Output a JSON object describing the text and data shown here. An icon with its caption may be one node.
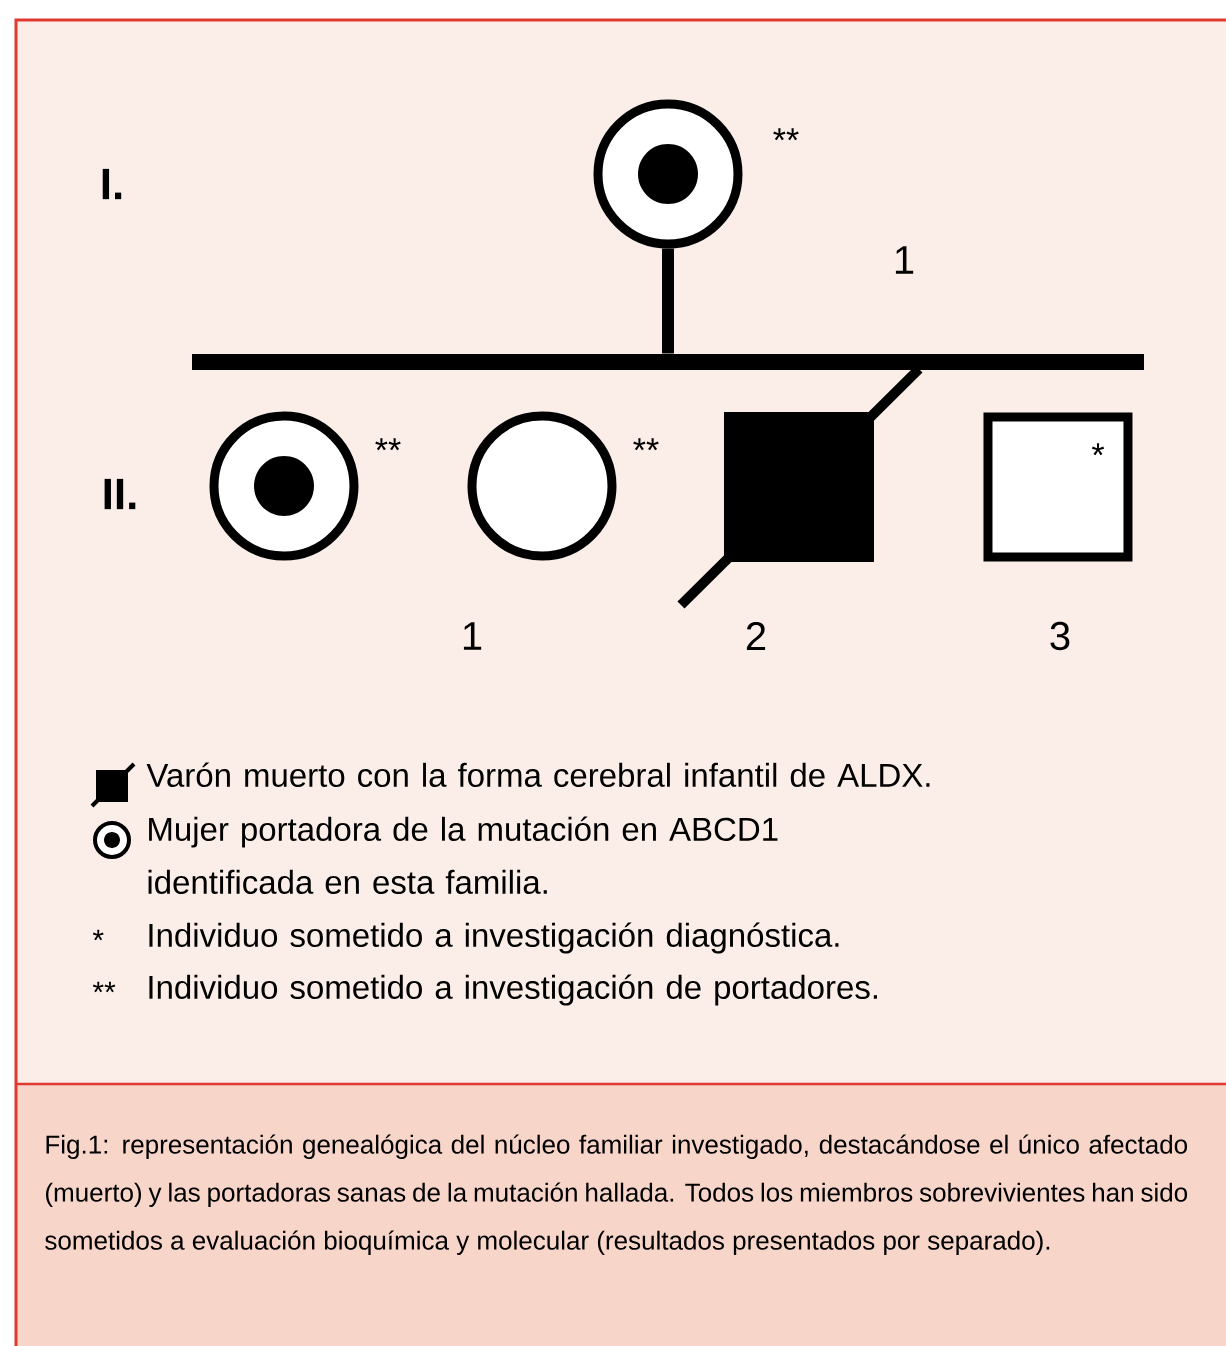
{
  "diagram": {
    "caption": "Fig.1: representación genealógica del núcleo familiar investigado, destacándose el único afectado (muerto) y las portadoras sanas de la mutación hallada. Todos los miembros sobrevivientes han sido sometidos a evaluación bioquímica y molecular (resultados presentados por separado).",
    "nodes": [
      {
        "text": [],
        "shape": "circle",
        "beside": [
          "**"
        ]
      },
      {
        "text": [],
        "shape": "bar"
      },
      {
        "text": [],
        "shape": "circle",
        "beside": [
          "**"
        ]
      },
      {
        "text": [],
        "shape": "circle",
        "beside": [
          "**",
          "1"
        ]
      },
      {
        "text": [],
        "shape": "box",
        "beside": [
          "2"
        ]
      },
      {
        "text": [
          "*"
        ],
        "beside": [
          "3"
        ]
      }
    ],
    "edges": [
      {
        "from": 0,
        "to": 1,
        "arrow": "none"
      }
    ],
    "labels": [
      "I.",
      "1",
      "II.",
      "*",
      "**"
    ],
    "legend": [
      {
        "text": "Varón muerto con la forma cerebral infantil de ALDX."
      },
      {
        "text": "Mujer portadora de la mutación en ABCD1 identificada en esta familia."
      },
      {
        "text": "Individuo sometido a investigación diagnóstica."
      },
      {
        "text": "Individuo sometido a investigación de portadores."
      }
    ]
  }
}
